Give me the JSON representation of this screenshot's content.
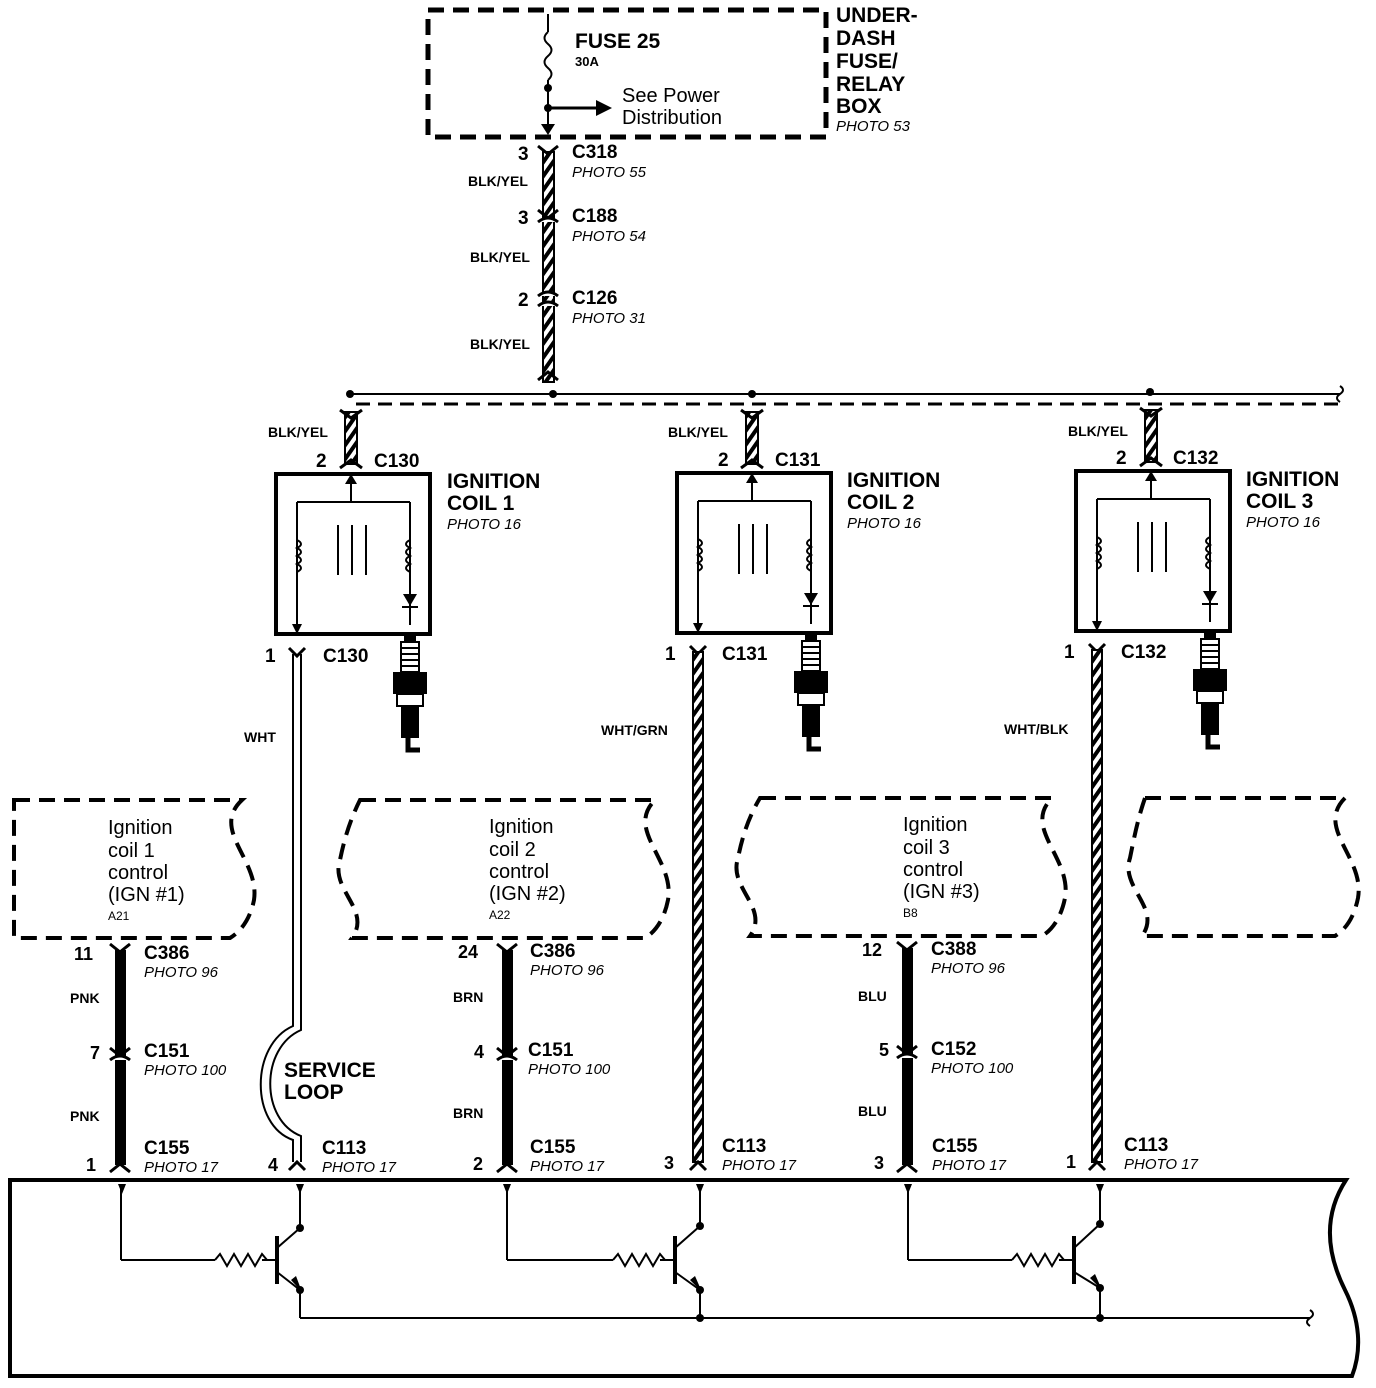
{
  "fuse_box": {
    "title_lines": [
      "UNDER-",
      "DASH",
      "FUSE/",
      "RELAY",
      "BOX"
    ],
    "photo": "PHOTO 53",
    "fuse_name": "FUSE 25",
    "fuse_rating": "30A",
    "see_lines": [
      "See Power",
      "Distribution"
    ]
  },
  "feed_connectors": [
    {
      "pin": "3",
      "name": "C318",
      "photo": "PHOTO 55",
      "wire": "BLK/YEL"
    },
    {
      "pin": "3",
      "name": "C188",
      "photo": "PHOTO 54",
      "wire": "BLK/YEL"
    },
    {
      "pin": "2",
      "name": "C126",
      "photo": "PHOTO 31",
      "wire": "BLK/YEL"
    }
  ],
  "coils": [
    {
      "title_lines": [
        "IGNITION",
        "COIL 1"
      ],
      "photo": "PHOTO 16",
      "connector": "C130",
      "feed_wire": "BLK/YEL",
      "feed_pin": "2",
      "out_pin": "1",
      "out_wire": "WHT"
    },
    {
      "title_lines": [
        "IGNITION",
        "COIL 2"
      ],
      "photo": "PHOTO 16",
      "connector": "C131",
      "feed_wire": "BLK/YEL",
      "feed_pin": "2",
      "out_pin": "1",
      "out_wire": "WHT/GRN"
    },
    {
      "title_lines": [
        "IGNITION",
        "COIL 3"
      ],
      "photo": "PHOTO 16",
      "connector": "C132",
      "feed_wire": "BLK/YEL",
      "feed_pin": "2",
      "out_pin": "1",
      "out_wire": "WHT/BLK"
    }
  ],
  "controls": [
    {
      "lines": [
        "Ignition",
        "coil 1",
        "control",
        "(IGN #1)"
      ],
      "terminal": "A21"
    },
    {
      "lines": [
        "Ignition",
        "coil 2",
        "control",
        "(IGN #2)"
      ],
      "terminal": "A22"
    },
    {
      "lines": [
        "Ignition",
        "coil 3",
        "control",
        "(IGN #3)"
      ],
      "terminal": "B8"
    }
  ],
  "control_wires": [
    {
      "top_pin": "11",
      "top_conn": "C386",
      "top_photo": "PHOTO 96",
      "wire": "PNK",
      "mid_pin": "7",
      "mid_conn": "C151",
      "mid_photo": "PHOTO 100",
      "bot_pin": "1",
      "bot_conn": "C155",
      "bot_photo": "PHOTO 17"
    },
    {
      "top_pin": "24",
      "top_conn": "C386",
      "top_photo": "PHOTO 96",
      "wire": "BRN",
      "mid_pin": "4",
      "mid_conn": "C151",
      "mid_photo": "PHOTO 100",
      "bot_pin": "2",
      "bot_conn": "C155",
      "bot_photo": "PHOTO 17"
    },
    {
      "top_pin": "12",
      "top_conn": "C388",
      "top_photo": "PHOTO 96",
      "wire": "BLU",
      "mid_pin": "5",
      "mid_conn": "C152",
      "mid_photo": "PHOTO 100",
      "bot_pin": "3",
      "bot_conn": "C155",
      "bot_photo": "PHOTO 17"
    }
  ],
  "coil_bottom": [
    {
      "pin": "4",
      "conn": "C113",
      "photo": "PHOTO 17"
    },
    {
      "pin": "3",
      "conn": "C113",
      "photo": "PHOTO 17"
    },
    {
      "pin": "1",
      "conn": "C113",
      "photo": "PHOTO 17"
    }
  ],
  "service_loop": [
    "SERVICE",
    "LOOP"
  ]
}
